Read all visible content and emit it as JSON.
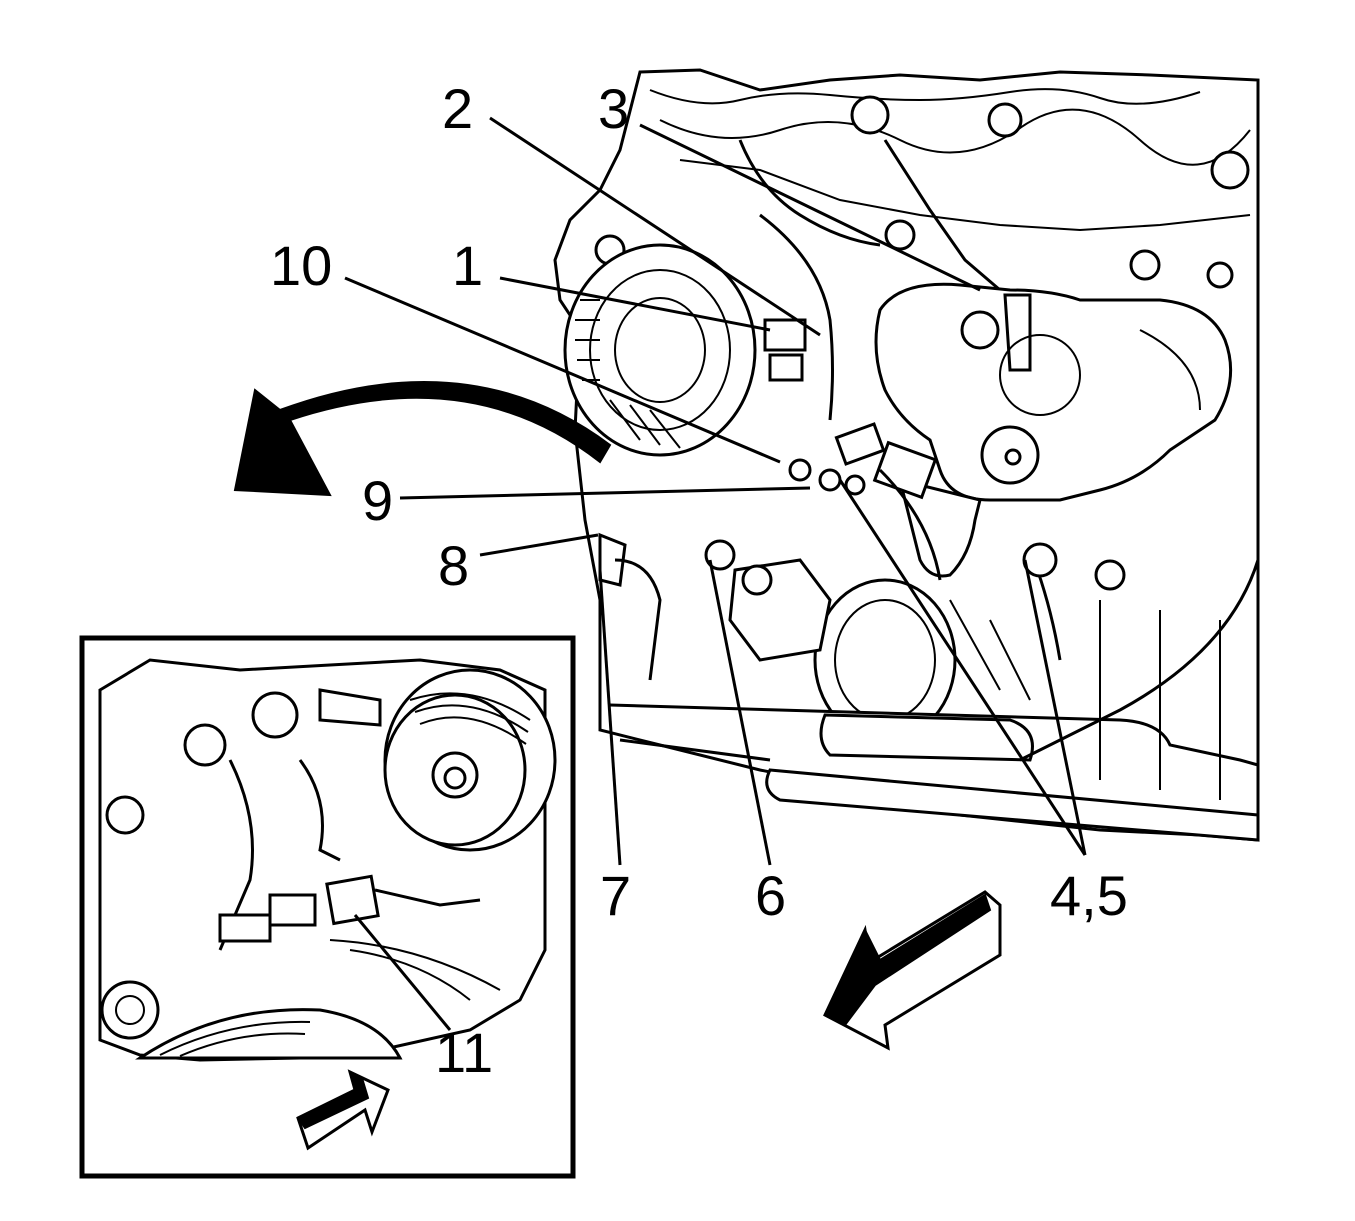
{
  "callouts": {
    "c1": "1",
    "c2": "2",
    "c3": "3",
    "c45": "4,5",
    "c6": "6",
    "c7": "7",
    "c8": "8",
    "c9": "9",
    "c10": "10",
    "c11": "11"
  },
  "colors": {
    "line": "#000000",
    "background": "#ffffff"
  }
}
